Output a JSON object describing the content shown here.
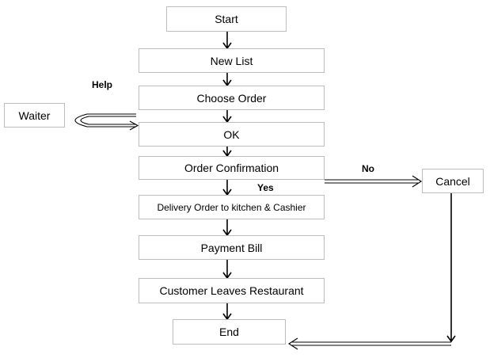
{
  "nodes": {
    "start": "Start",
    "new_list": "New List",
    "choose_order": "Choose Order",
    "ok": "OK",
    "order_confirmation": "Order Confirmation",
    "delivery_order": "Delivery Order to kitchen & Cashier",
    "payment_bill": "Payment Bill",
    "customer_leaves": "Customer Leaves Restaurant",
    "end": "End",
    "waiter": "Waiter",
    "cancel": "Cancel"
  },
  "labels": {
    "help": "Help",
    "yes": "Yes",
    "no": "No"
  }
}
